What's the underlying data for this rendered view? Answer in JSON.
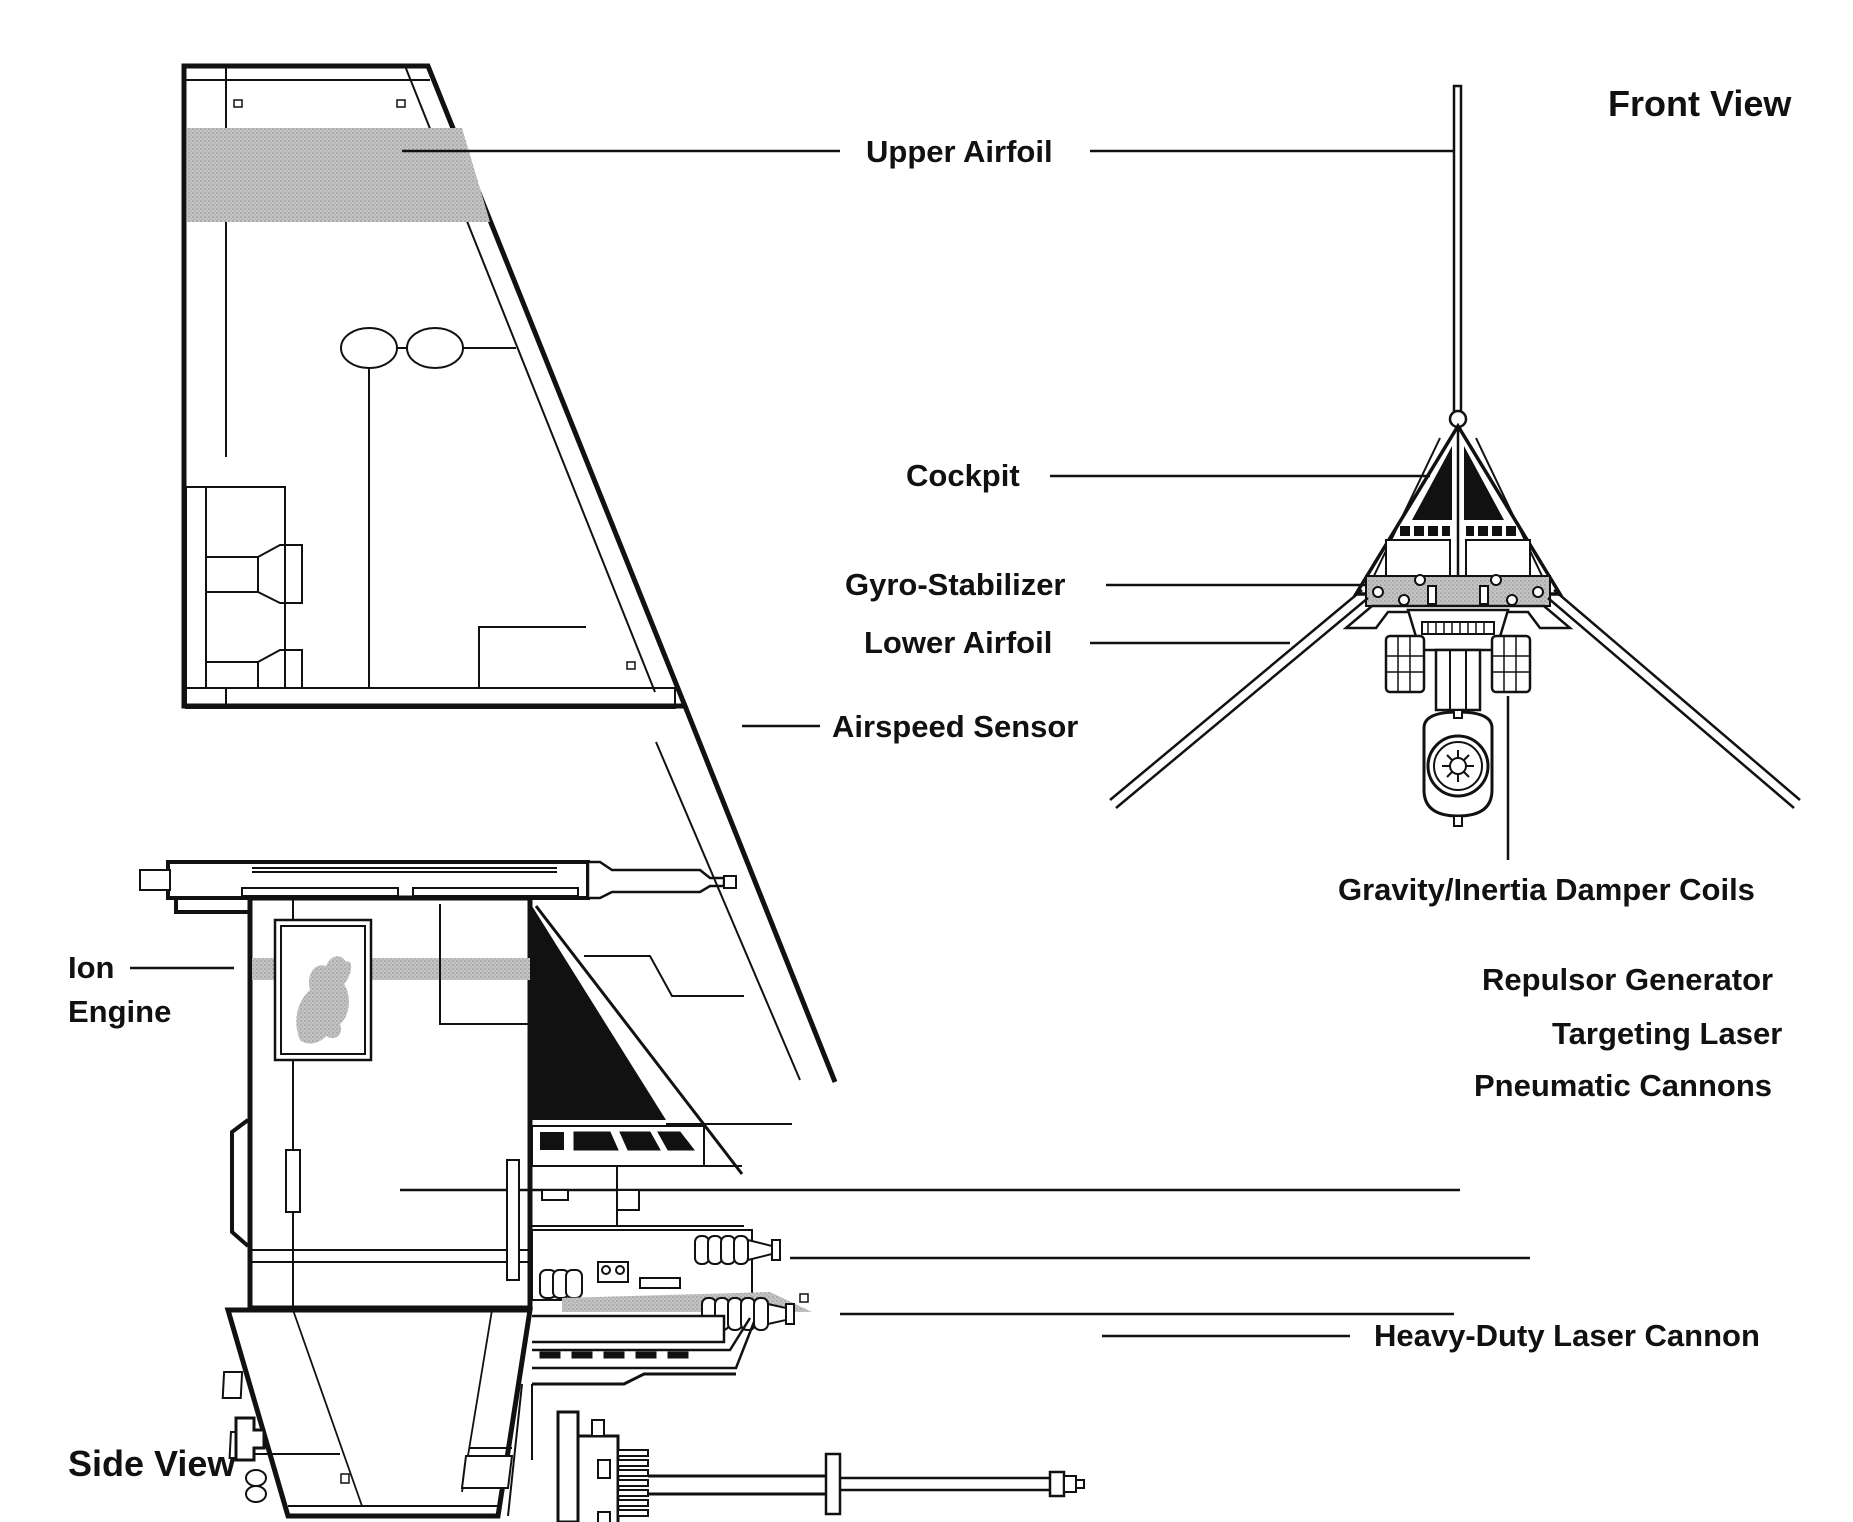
{
  "titles": {
    "front_view": "Front View",
    "side_view": "Side View"
  },
  "labels": {
    "upper_airfoil": "Upper Airfoil",
    "cockpit": "Cockpit",
    "gyro_stabilizer": "Gyro-Stabilizer",
    "lower_airfoil": "Lower Airfoil",
    "airspeed_sensor": "Airspeed Sensor",
    "gravity_damper": "Gravity/Inertia Damper Coils",
    "repulsor_generator": "Repulsor Generator",
    "targeting_laser": "Targeting Laser",
    "pneumatic_cannons": "Pneumatic Cannons",
    "heavy_laser_cannon": "Heavy-Duty Laser Cannon",
    "ion_engine_line1": "Ion",
    "ion_engine_line2": "Engine"
  },
  "colors": {
    "ink": "#111111",
    "shade": "#b8b8b8",
    "paper": "#ffffff"
  }
}
